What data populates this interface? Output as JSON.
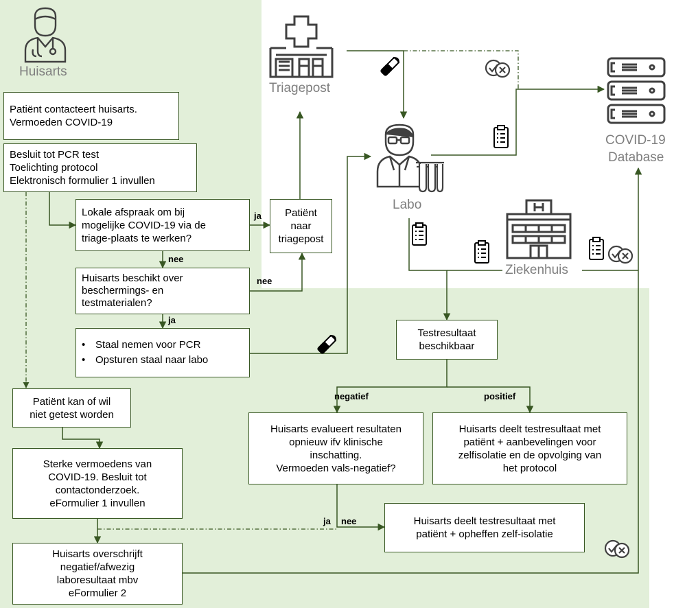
{
  "actors": {
    "huisarts": "Huisarts",
    "triagepost": "Triagepost",
    "labo": "Labo",
    "ziekenhuis": "Ziekenhuis",
    "database_line1": "COVID-19",
    "database_line2": "Database"
  },
  "boxes": {
    "contact": [
      "Patiënt contacteert huisarts.",
      "Vermoeden COVID-19"
    ],
    "besluit_pcr": [
      "Besluit tot PCR test",
      "Toelichting protocol",
      "Elektronisch formulier 1 invullen"
    ],
    "lokale_afspraak": [
      "Lokale afspraak om bij",
      "mogelijke COVID-19 via de",
      "triage-plaats te werken?"
    ],
    "patient_triagepost": [
      "Patiënt",
      "naar",
      "triagepost"
    ],
    "beschikt": [
      "Huisarts beschikt over",
      "beschermings- en",
      "testmaterialen?"
    ],
    "staal": [
      "Staal nemen voor PCR",
      "Opsturen staal naar labo"
    ],
    "testresultaat": [
      "Testresultaat",
      "beschikbaar"
    ],
    "niet_getest": [
      "Patiënt kan of wil",
      "niet getest worden"
    ],
    "evalueert": [
      "Huisarts evalueert resultaten",
      "opnieuw ifv klinische",
      "inschatting.",
      "Vermoeden vals-negatief?"
    ],
    "deelt_positief": [
      "Huisarts deelt testresultaat met",
      "patiënt + aanbevelingen voor",
      "zelfisolatie en de opvolging van",
      "het protocol"
    ],
    "sterke_vermoedens": [
      "Sterke vermoedens van",
      "COVID-19. Besluit tot",
      "contactonderzoek.",
      "eFormulier 1 invullen"
    ],
    "deelt_negatief": [
      "Huisarts deelt testresultaat met",
      "patiënt + opheffen zelf-isolatie"
    ],
    "overschrijft": [
      "Huisarts overschrijft",
      "negatief/afwezig",
      "laboresultaat mbv",
      "eFormulier 2"
    ]
  },
  "labels": {
    "ja_triage": "ja",
    "nee_lokaal": "nee",
    "nee_beschikt": "nee",
    "ja_beschikt": "ja",
    "negatief": "negatief",
    "positief": "positief",
    "ja_eval": "ja",
    "nee_eval": "nee"
  },
  "colors": {
    "region_fill": "#e2efd9",
    "line_green": "#385723",
    "actor_gray": "#7f7f7f"
  },
  "icons": [
    "doctor-icon",
    "triage-building-icon",
    "lab-doctor-icon",
    "test-tubes-icon",
    "server-database-icon",
    "hospital-icon",
    "swab-tube-icon",
    "clipboard-icon",
    "check-cross-icon"
  ]
}
